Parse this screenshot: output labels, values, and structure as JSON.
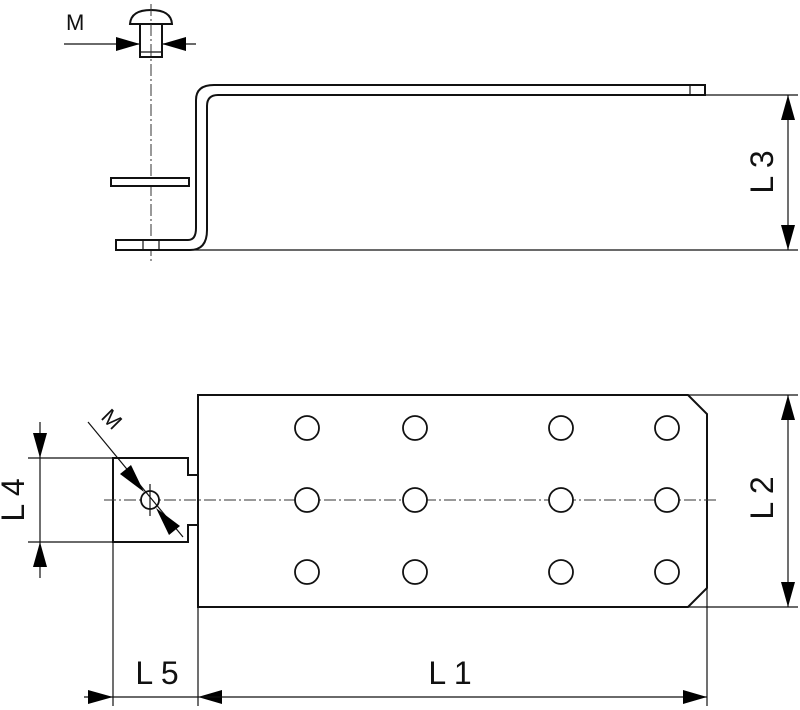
{
  "labels": {
    "M_top": "M",
    "M_bottom": "M",
    "L1": "L 1",
    "L2": "L 2",
    "L3": "L 3",
    "L4": "L 4",
    "L5": "L 5"
  },
  "icons": {
    "screw": "screw-icon"
  }
}
